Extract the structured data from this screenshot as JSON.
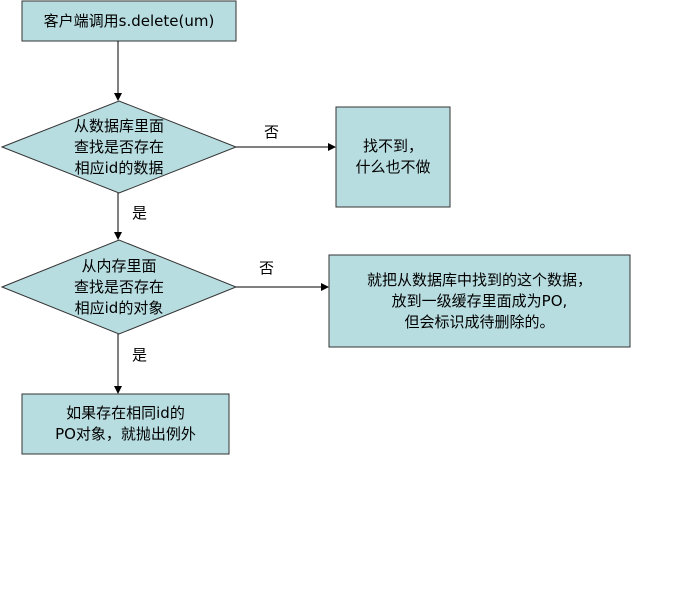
{
  "colors": {
    "fill": "#b8dde0",
    "stroke": "#333333"
  },
  "nodes": {
    "start": "客户端调用s.delete(um)",
    "decision1": "从数据库里面\n查找是否存在\n相应id的数据",
    "not_found": "找不到，\n什么也不做",
    "decision2": "从内存里面\n查找是否存在\n相应id的对象",
    "load_to_cache": "就把从数据库中找到的这个数据，\n放到一级缓存里面成为PO,\n但会标识成待删除的。",
    "throw": "如果存在相同id的\nPO对象，就抛出例外"
  },
  "edges": {
    "no1": "否",
    "yes1": "是",
    "no2": "否",
    "yes2": "是"
  }
}
